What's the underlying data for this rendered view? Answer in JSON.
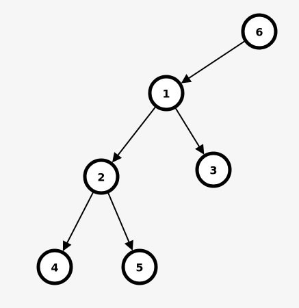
{
  "diagram": {
    "type": "tree",
    "directed": true,
    "colors": {
      "background": "#f6f6f6",
      "node_fill": "#ffffff",
      "node_stroke": "#000000",
      "edge": "#000000",
      "label": "#000000"
    },
    "nodes": [
      {
        "id": "6",
        "label": "6"
      },
      {
        "id": "1",
        "label": "1"
      },
      {
        "id": "2",
        "label": "2"
      },
      {
        "id": "3",
        "label": "3"
      },
      {
        "id": "4",
        "label": "4"
      },
      {
        "id": "5",
        "label": "5"
      }
    ],
    "edges": [
      {
        "from": "6",
        "to": "1"
      },
      {
        "from": "1",
        "to": "2"
      },
      {
        "from": "1",
        "to": "3"
      },
      {
        "from": "2",
        "to": "4"
      },
      {
        "from": "2",
        "to": "5"
      }
    ]
  }
}
